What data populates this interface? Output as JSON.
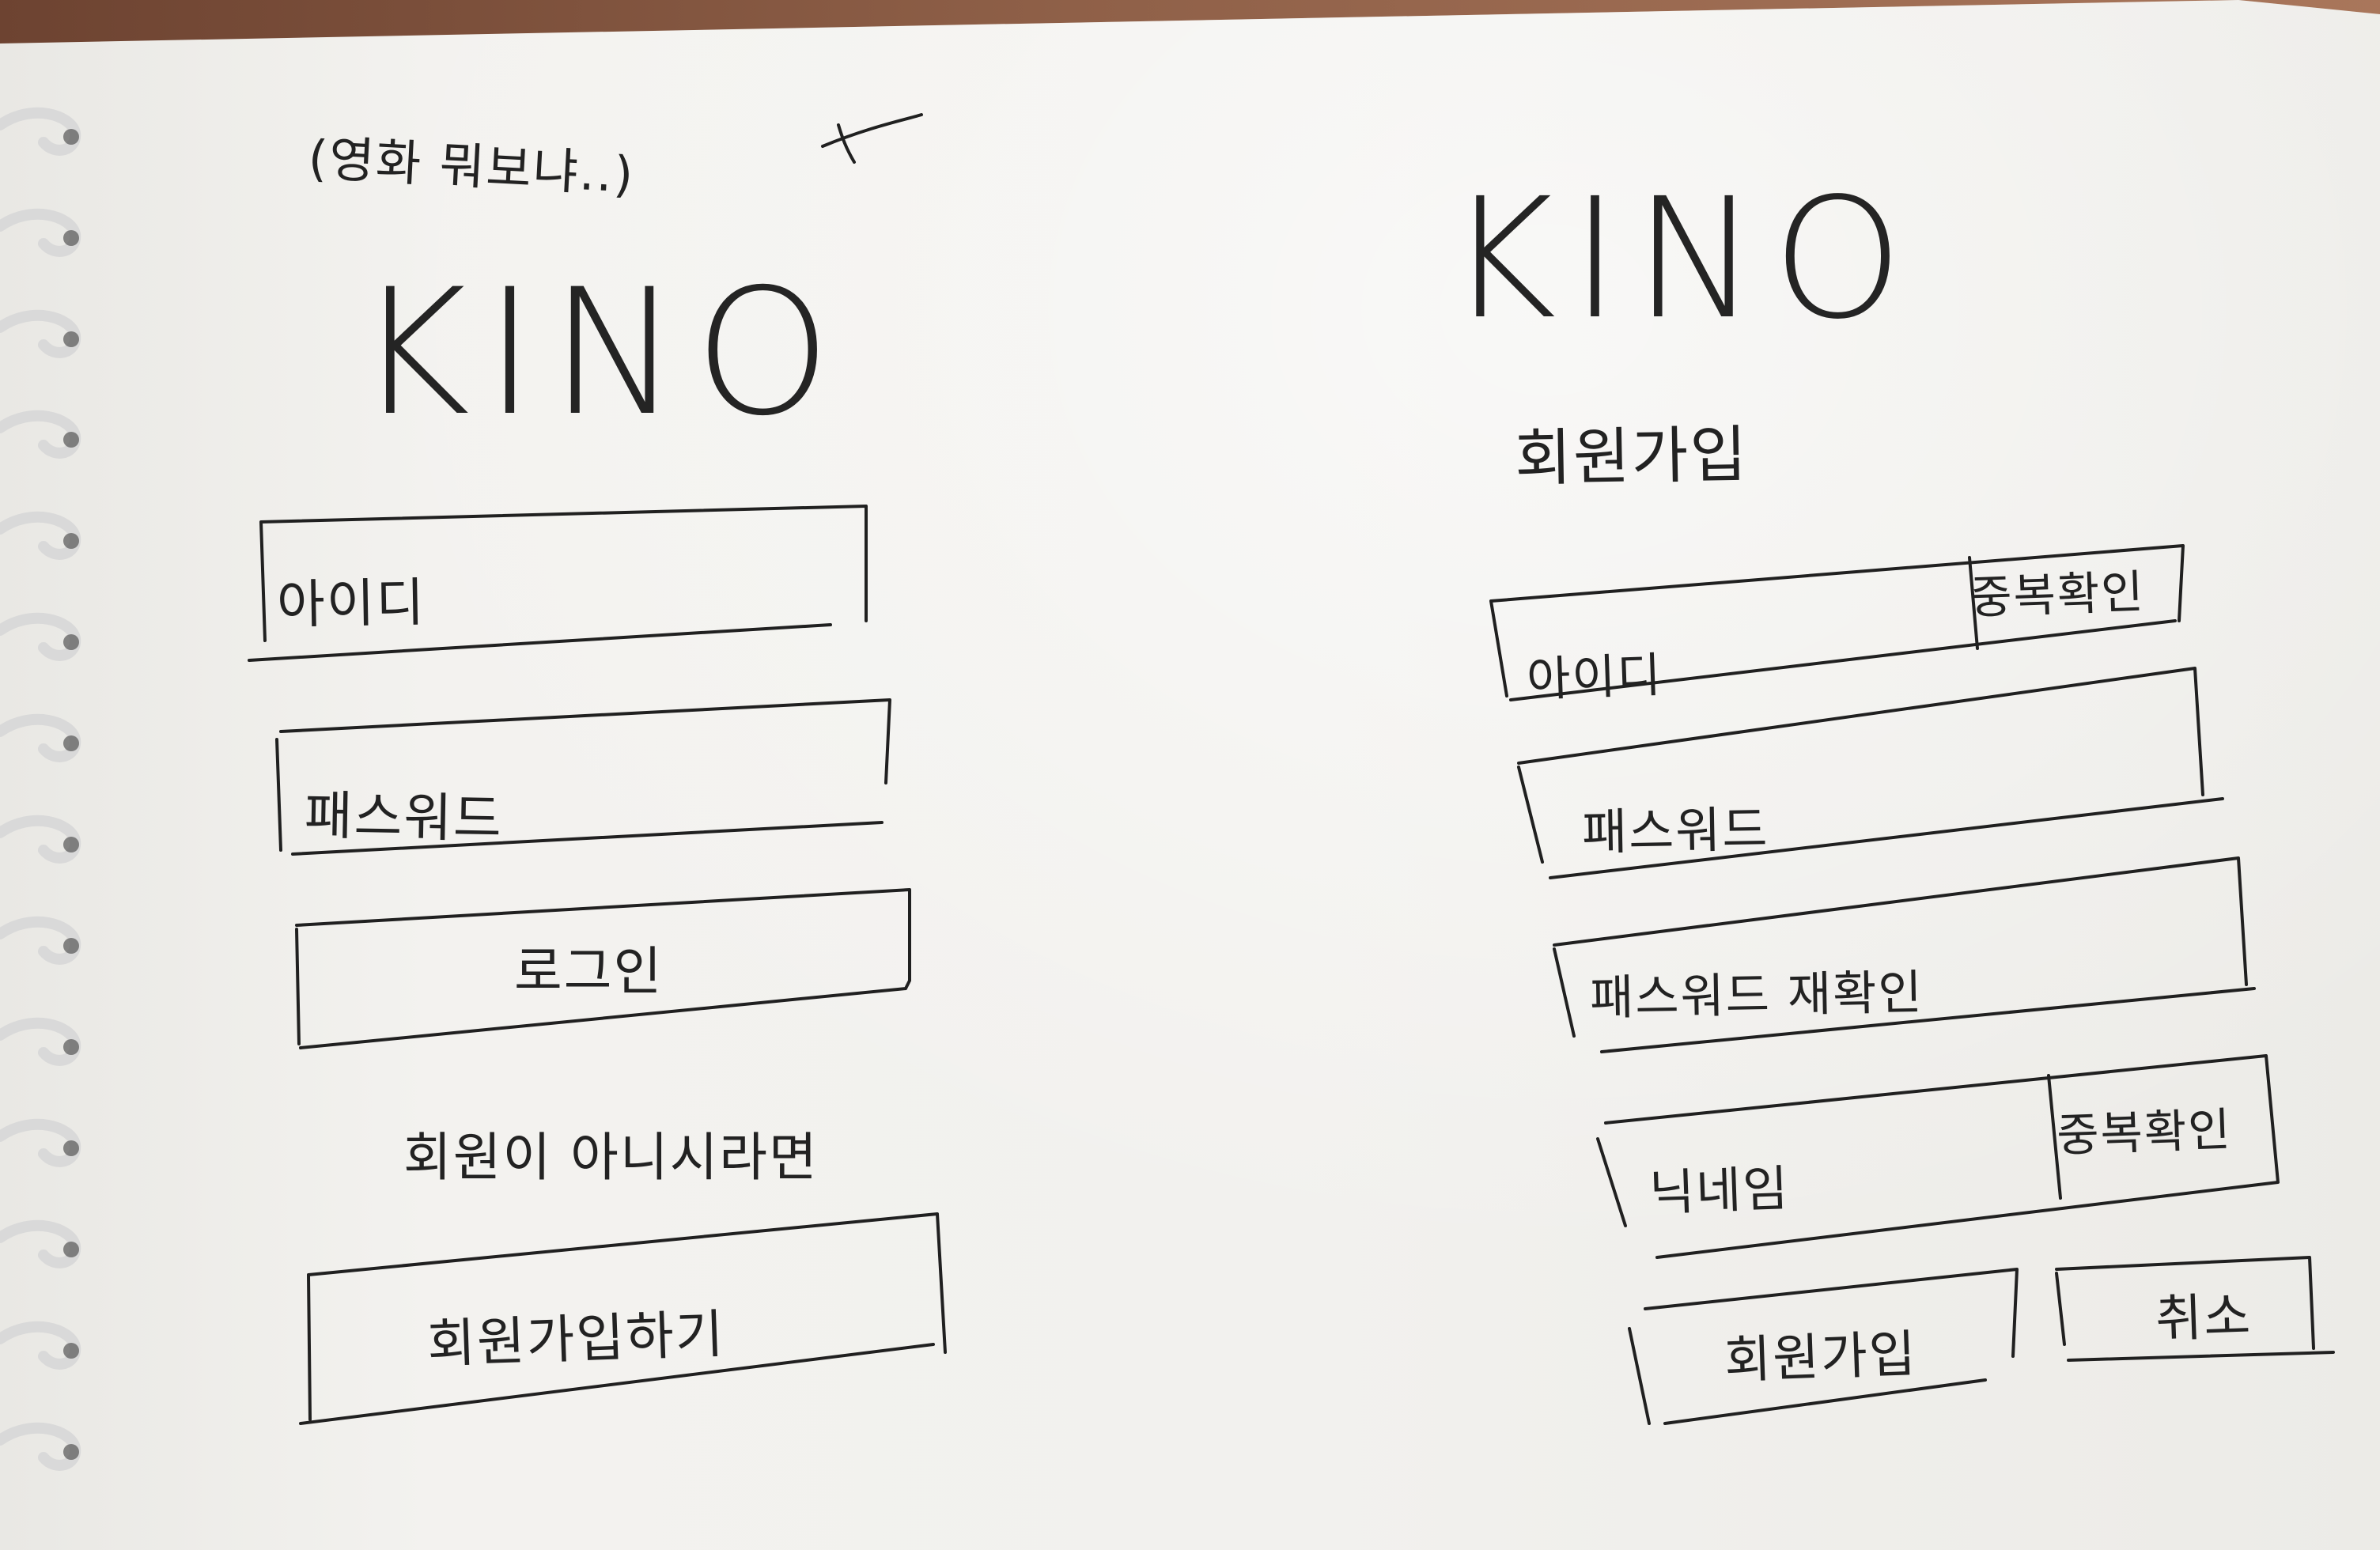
{
  "sketch": {
    "login_screen": {
      "note": "(영화 뭐보냐..)",
      "logo": "KINO",
      "id_placeholder": "아이디",
      "password_placeholder": "패스워드",
      "login_button": "로그인",
      "signup_prompt": "회원이 아니시라면",
      "signup_button": "회원가입하기"
    },
    "signup_screen": {
      "logo": "KINO",
      "title": "회원가입",
      "id_placeholder": "아이디",
      "id_check_button": "중복확인",
      "password_placeholder": "패스워드",
      "password_confirm_placeholder": "패스워드 재확인",
      "nickname_placeholder": "닉네임",
      "nickname_check_button": "중복확인",
      "join_button": "회원가입",
      "cancel_button": "취소"
    }
  },
  "colors": {
    "paper": "#f2f1ee",
    "ink": "#202020",
    "table": "#8f6048"
  }
}
